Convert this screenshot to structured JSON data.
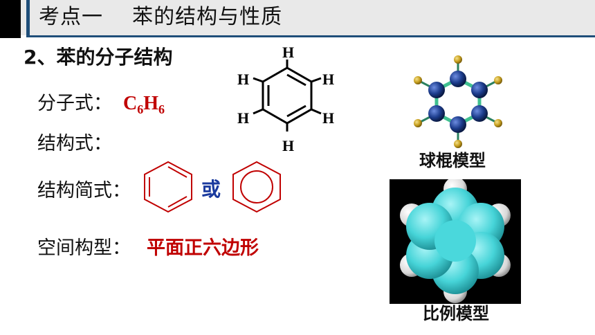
{
  "header": {
    "title": "考点一    苯的结构与性质"
  },
  "section": {
    "heading": "2、苯的分子结构"
  },
  "rows": {
    "molecular_formula_label": "分子式：",
    "molecular_formula": {
      "c": "C",
      "c_sub": "6",
      "h": "H",
      "h_sub": "6"
    },
    "structural_formula_label": "结构式：",
    "simplified_formula_label": "结构简式：",
    "or_word": "或",
    "spatial_shape_label": "空间构型：",
    "spatial_shape_value": "平面正六边形"
  },
  "structural_formula_atoms": [
    "H",
    "H",
    "H",
    "H",
    "H",
    "H"
  ],
  "models": {
    "ball_stick_caption": "球棍模型",
    "space_filling_caption": "比例模型"
  },
  "colors": {
    "title_accent": "#1f4e79",
    "highlight_red": "#c00000",
    "or_blue": "#1a3a9e",
    "carbon_ball": "#1c3c8c",
    "hydrogen_ball": "#c8a020",
    "bond_green": "#40c090",
    "space_fill_cyan": "#46d4d8"
  }
}
